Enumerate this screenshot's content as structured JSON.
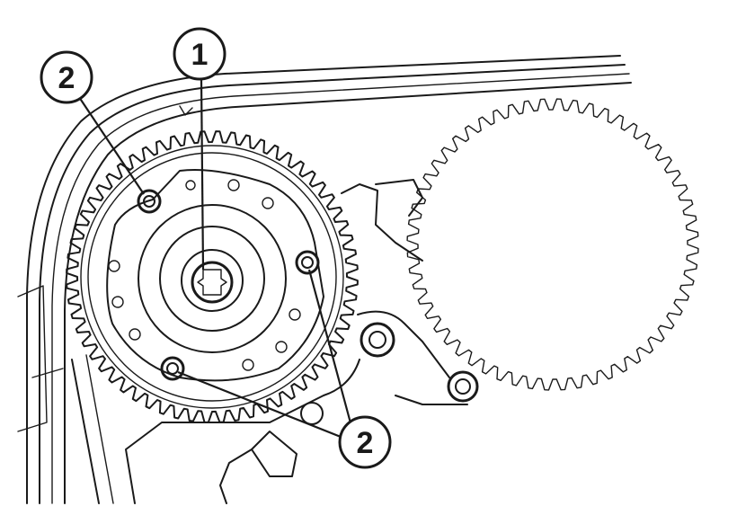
{
  "callouts": {
    "camshaft_bolt": "1",
    "sprocket_bolts_top_left": "2",
    "sprocket_bolts_bottom_right": "2"
  },
  "colors": {
    "ink": "#1a1a1a",
    "background": "#ffffff"
  }
}
